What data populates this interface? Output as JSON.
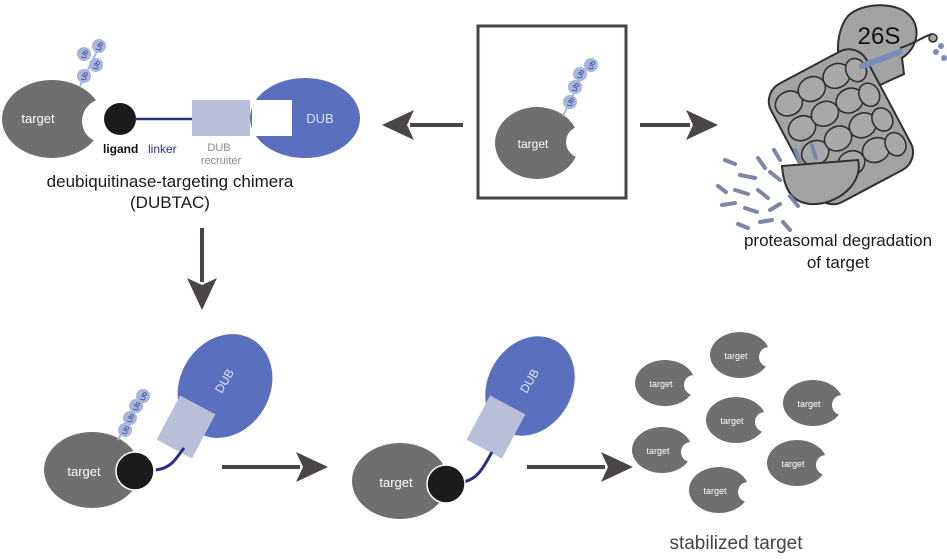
{
  "labels": {
    "target": "target",
    "ligand": "ligand",
    "linker": "linker",
    "dub": "DUB",
    "dub_recruiter_line1": "DUB",
    "dub_recruiter_line2": "recruiter",
    "ub": "Ub",
    "proteasome": "26S",
    "dubtac_line1": "deubiquitinase-targeting chimera",
    "dubtac_line2": "(DUBTAC)",
    "degradation_line1": "proteasomal degradation",
    "degradation_line2": "of target",
    "stabilized": "stabilized target"
  },
  "colors": {
    "target_gray": "#6f6f6f",
    "dub_blue": "#5a6fbd",
    "recruiter_lavender": "#b9bfd9",
    "ub_light_blue": "#a6b6dc",
    "ligand_black": "#1b1b1b",
    "linker_navy": "#2a2e86",
    "proteasome_gray": "#a3a3a3",
    "arrow_gray": "#4a4546"
  }
}
